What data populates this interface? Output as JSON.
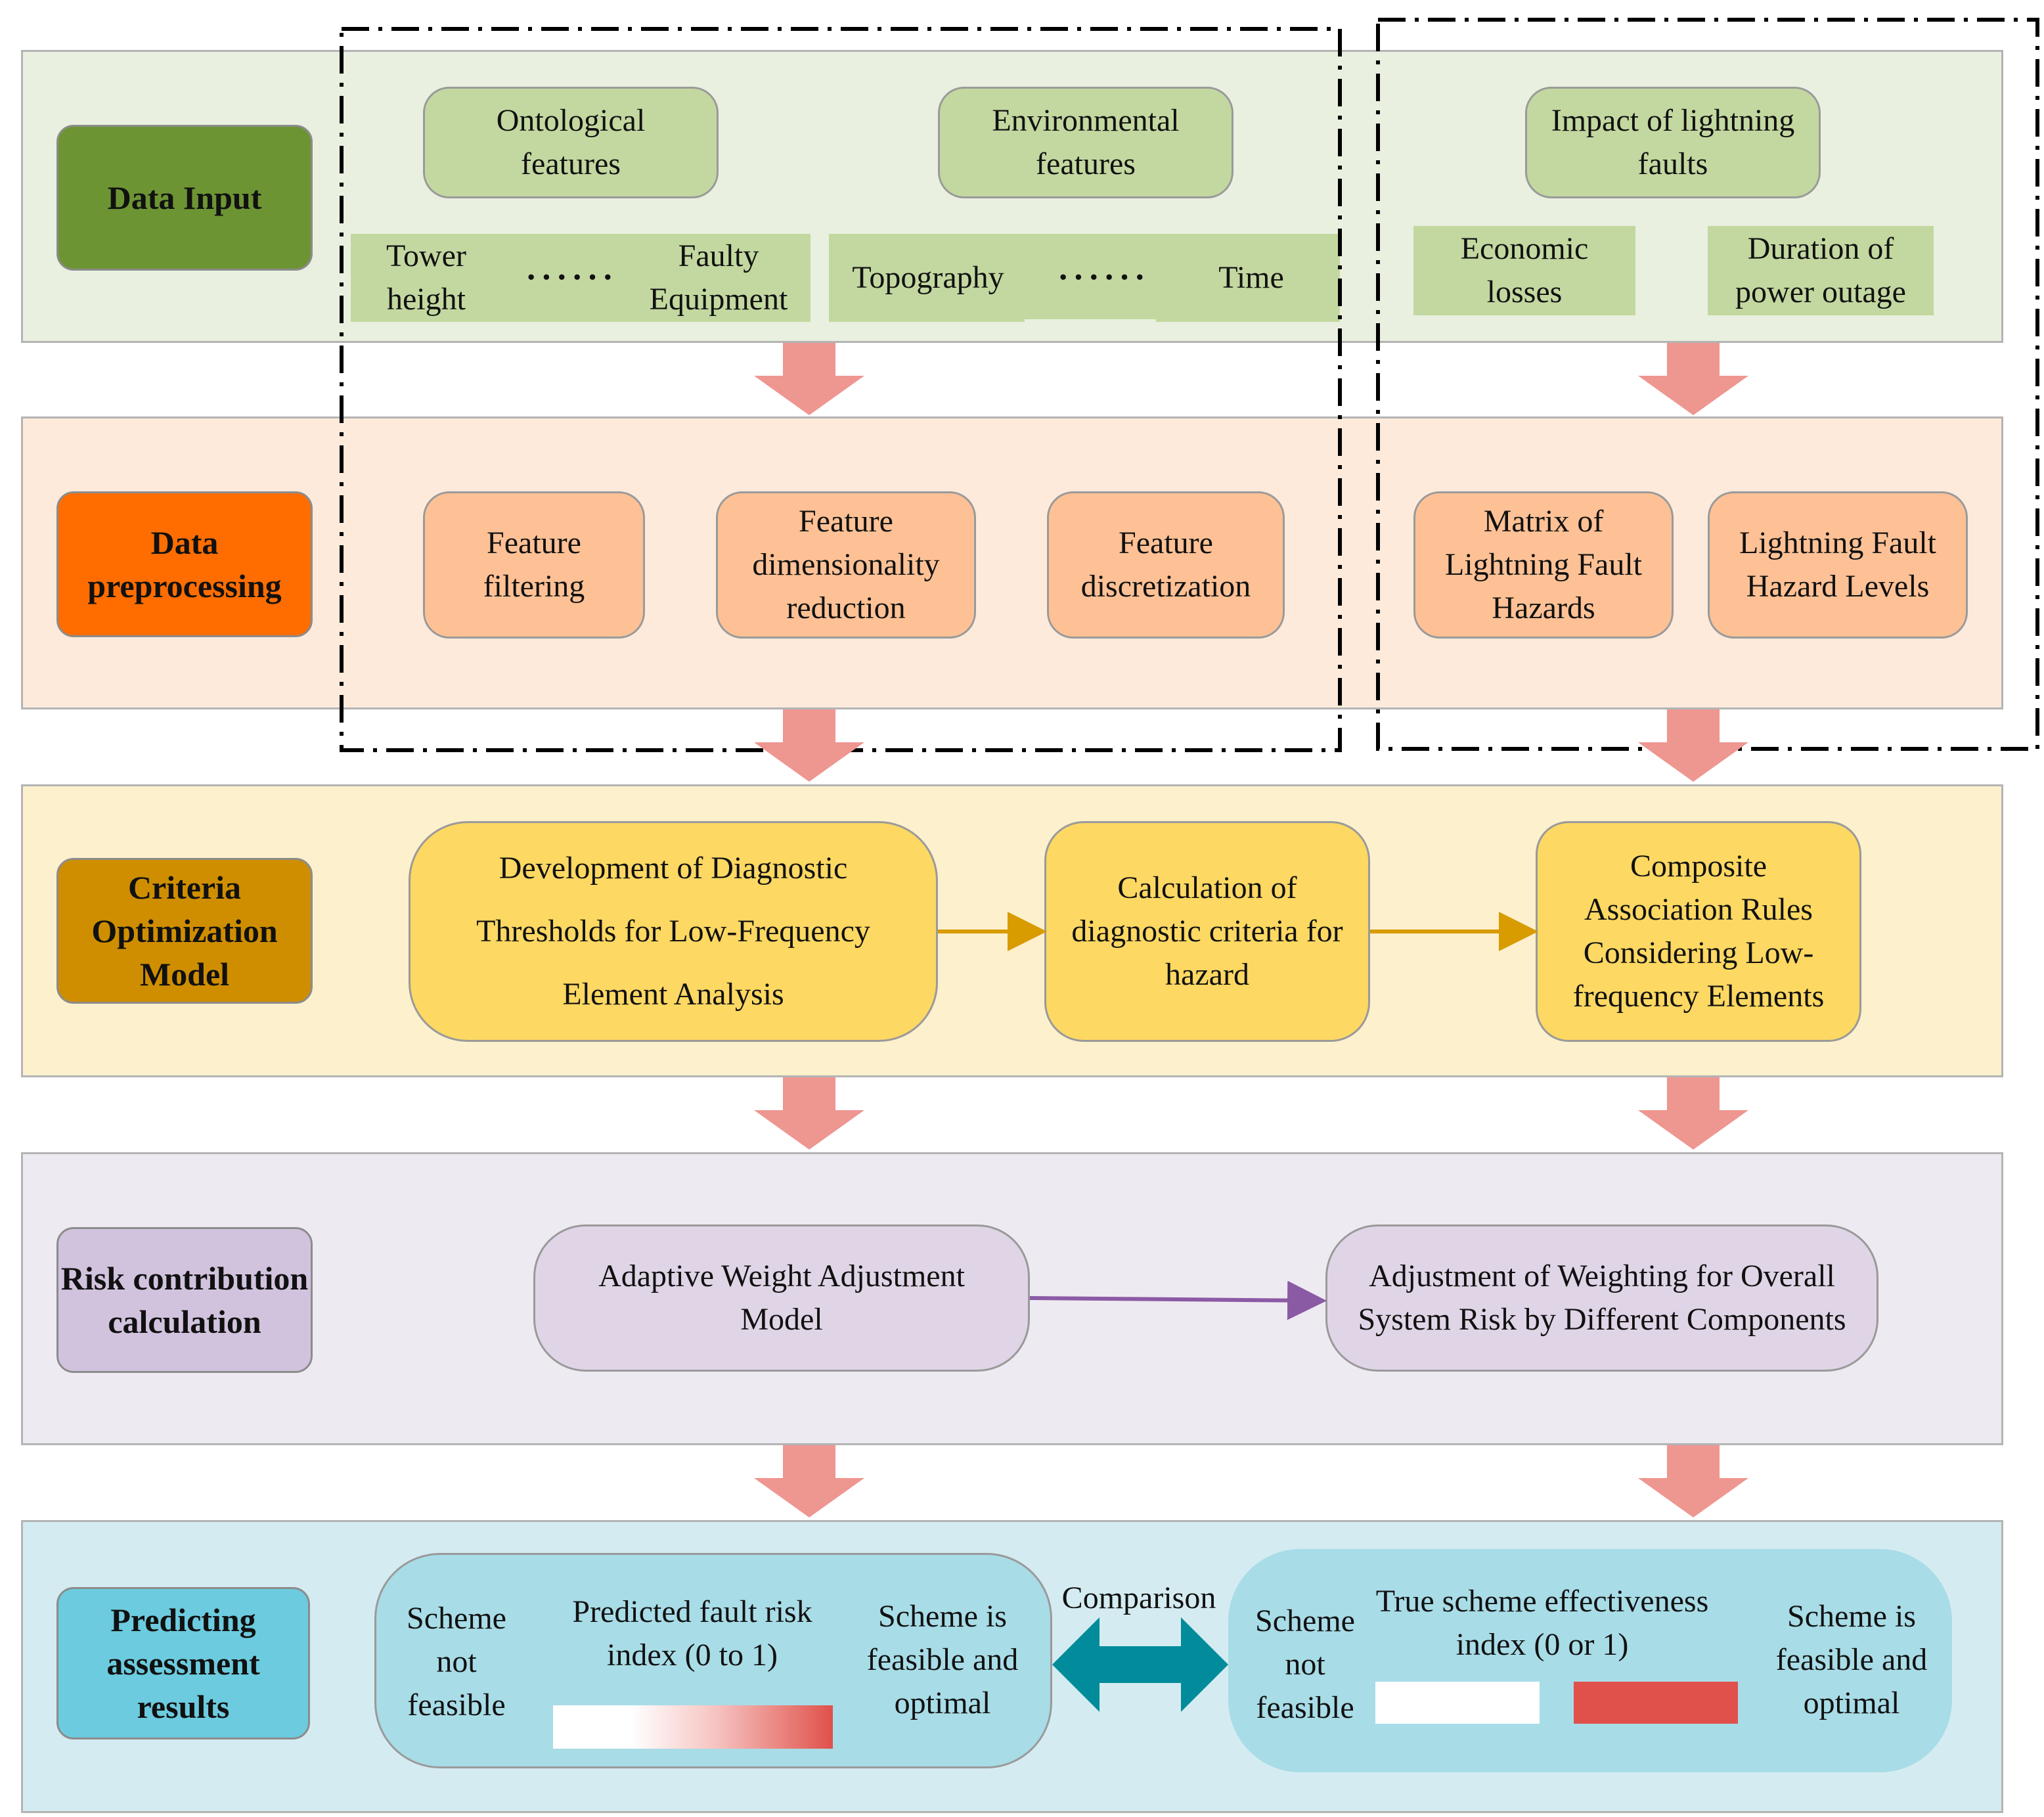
{
  "colors": {
    "row1_bg": "#e9f0df",
    "row2_bg": "#fdeadb",
    "row3_bg": "#fdf0cd",
    "row4_bg": "#eeeaf1",
    "row5_bg": "#d4ecf1",
    "label1": "#6d9433",
    "label2": "#ff6d00",
    "label3": "#cf8e00",
    "label4": "#d1c3de",
    "label5": "#6ccbde",
    "flow_arrow": "#ee9690",
    "orange_arrow": "#d89b00",
    "purple_arrow": "#8b5aa5",
    "double_arrow": "#028c9b",
    "red_bar": "#e0514b"
  },
  "rows": {
    "data_input": {
      "label": "Data Input",
      "ontological": "Ontological features",
      "environmental": "Environmental features",
      "impact": "Impact of lightning faults",
      "tower_height": "Tower height",
      "dots1": "······",
      "faulty_equipment": "Faulty Equipment",
      "topography": "Topography",
      "dots2": "······",
      "time": "Time",
      "economic_losses": "Economic losses",
      "duration_outage": "Duration of power outage"
    },
    "preprocessing": {
      "label": "Data preprocessing",
      "filtering": "Feature filtering",
      "dim_reduction": "Feature dimensionality reduction",
      "discretization": "Feature discretization",
      "matrix": "Matrix of Lightning Fault Hazards",
      "hazard_levels": "Lightning Fault Hazard Levels"
    },
    "criteria": {
      "label": "Criteria Optimization Model",
      "thresholds": "Development of Diagnostic Thresholds for Low-Frequency Element Analysis",
      "calculation": "Calculation of diagnostic criteria for hazard",
      "composite": "Composite Association Rules Considering Low-frequency Elements"
    },
    "risk": {
      "label": "Risk contribution calculation",
      "adaptive": "Adaptive Weight Adjustment Model",
      "adjustment": "Adjustment of Weighting for Overall System Risk by Different Components"
    },
    "results": {
      "label": "Predicting assessment results",
      "left_not_feasible": "Scheme not feasible",
      "predicted_title": "Predicted fault risk index (0 to 1)",
      "left_feasible": "Scheme is feasible and optimal",
      "comparison": "Comparison",
      "right_not_feasible": "Scheme not feasible",
      "true_title": "True scheme effectiveness index (0 or 1)",
      "right_feasible": "Scheme is feasible and optimal"
    }
  }
}
